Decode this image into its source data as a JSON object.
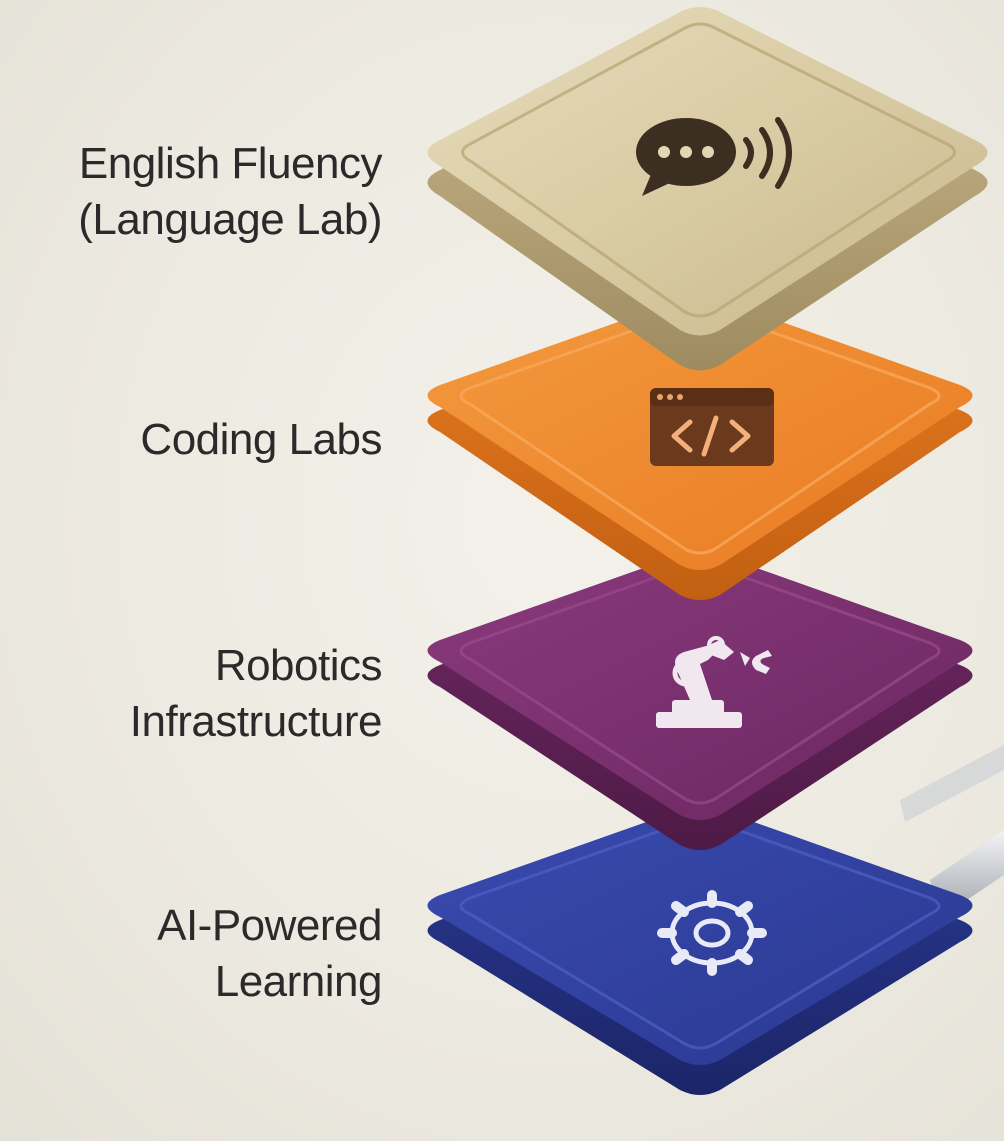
{
  "layers": [
    {
      "id": "english",
      "lines": [
        "English Fluency",
        "(Language Lab)"
      ],
      "icon": "speech-bubble-sound-icon",
      "color": "#d8c9a1"
    },
    {
      "id": "coding",
      "lines": [
        "Coding Labs"
      ],
      "icon": "code-window-icon",
      "color": "#f08a2c"
    },
    {
      "id": "robotics",
      "lines": [
        "Robotics",
        "Infrastructure"
      ],
      "icon": "robotic-arm-icon",
      "color": "#7a2f6e"
    },
    {
      "id": "ai",
      "lines": [
        "AI-Powered",
        "Learning"
      ],
      "icon": "gear-icon",
      "color": "#2f3f9c"
    }
  ]
}
